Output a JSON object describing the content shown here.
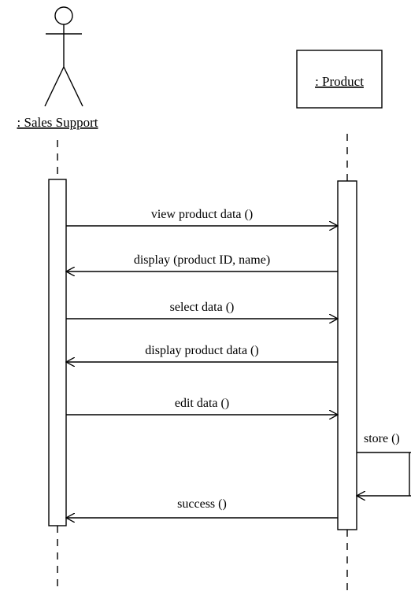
{
  "participants": {
    "actor": {
      "label": ": Sales Support",
      "icon": "stick-figure-icon"
    },
    "object": {
      "label": ": Product"
    }
  },
  "messages": [
    {
      "label": "view product data ()",
      "from": "actor",
      "to": "object",
      "kind": "call"
    },
    {
      "label": "display (product ID, name)",
      "from": "object",
      "to": "actor",
      "kind": "reply"
    },
    {
      "label": "select data ()",
      "from": "actor",
      "to": "object",
      "kind": "call"
    },
    {
      "label": "display product data ()",
      "from": "object",
      "to": "actor",
      "kind": "reply"
    },
    {
      "label": "edit data ()",
      "from": "actor",
      "to": "object",
      "kind": "call"
    },
    {
      "label": "store ()",
      "from": "object",
      "to": "offscreen",
      "kind": "call"
    },
    {
      "label": "",
      "from": "offscreen",
      "to": "object",
      "kind": "return"
    },
    {
      "label": "success ()",
      "from": "object",
      "to": "actor",
      "kind": "reply"
    }
  ],
  "colors": {
    "ink": "#000000",
    "background": "#ffffff"
  }
}
